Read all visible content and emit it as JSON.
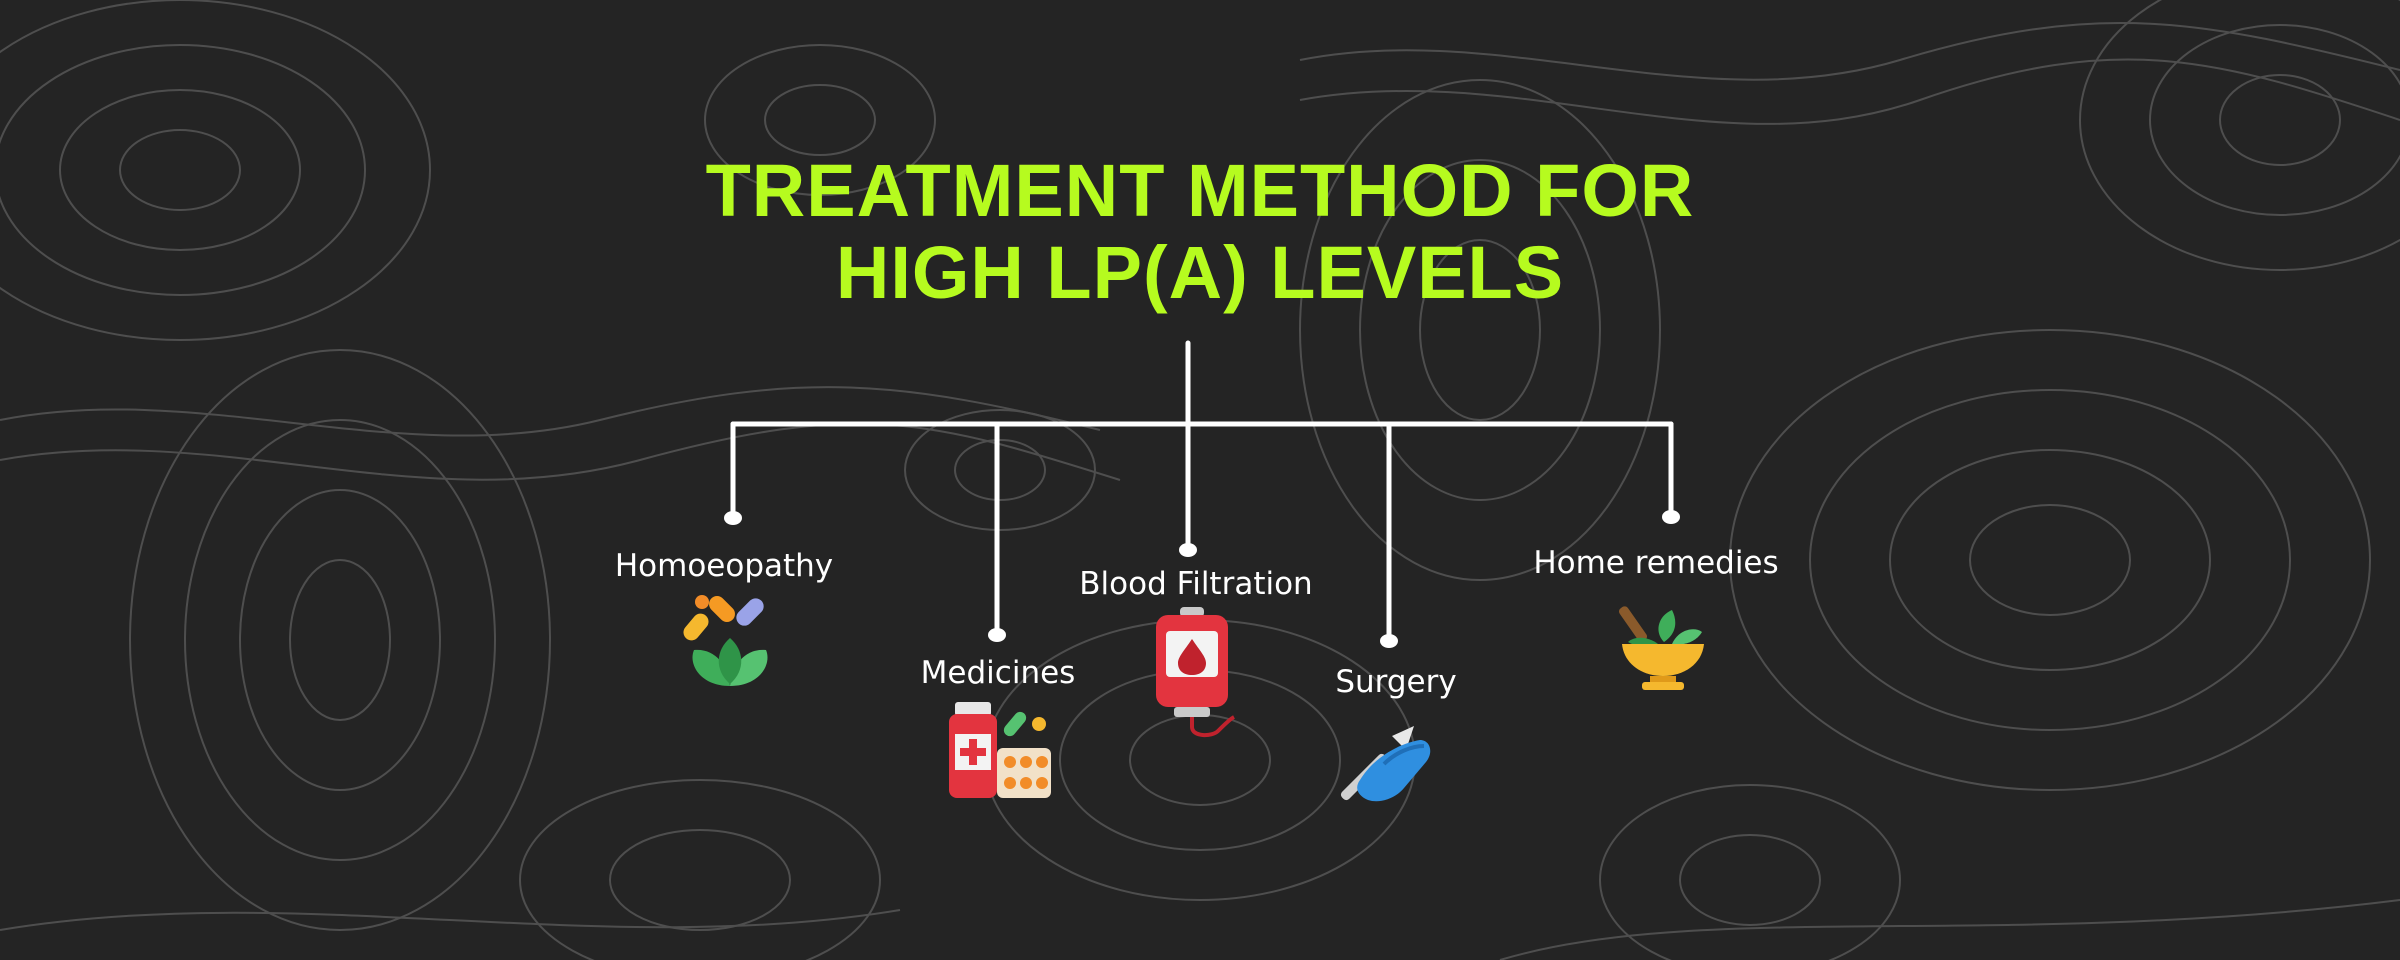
{
  "title": {
    "line1": "TREATMENT METHOD FOR",
    "line2": "HIGH LP(A) LEVELS"
  },
  "treatments": [
    {
      "label": "Homoeopathy",
      "icon": "pills-and-leaves-icon"
    },
    {
      "label": "Medicines",
      "icon": "medicine-bottle-icon"
    },
    {
      "label": "Blood Filtration",
      "icon": "blood-bag-icon"
    },
    {
      "label": "Surgery",
      "icon": "scalpel-icon"
    },
    {
      "label": "Home remedies",
      "icon": "mortar-herbs-icon"
    }
  ],
  "colors": {
    "background": "#242424",
    "title": "#b6fb1f",
    "connector": "#ffffff",
    "contour": "#5a5a5a"
  }
}
